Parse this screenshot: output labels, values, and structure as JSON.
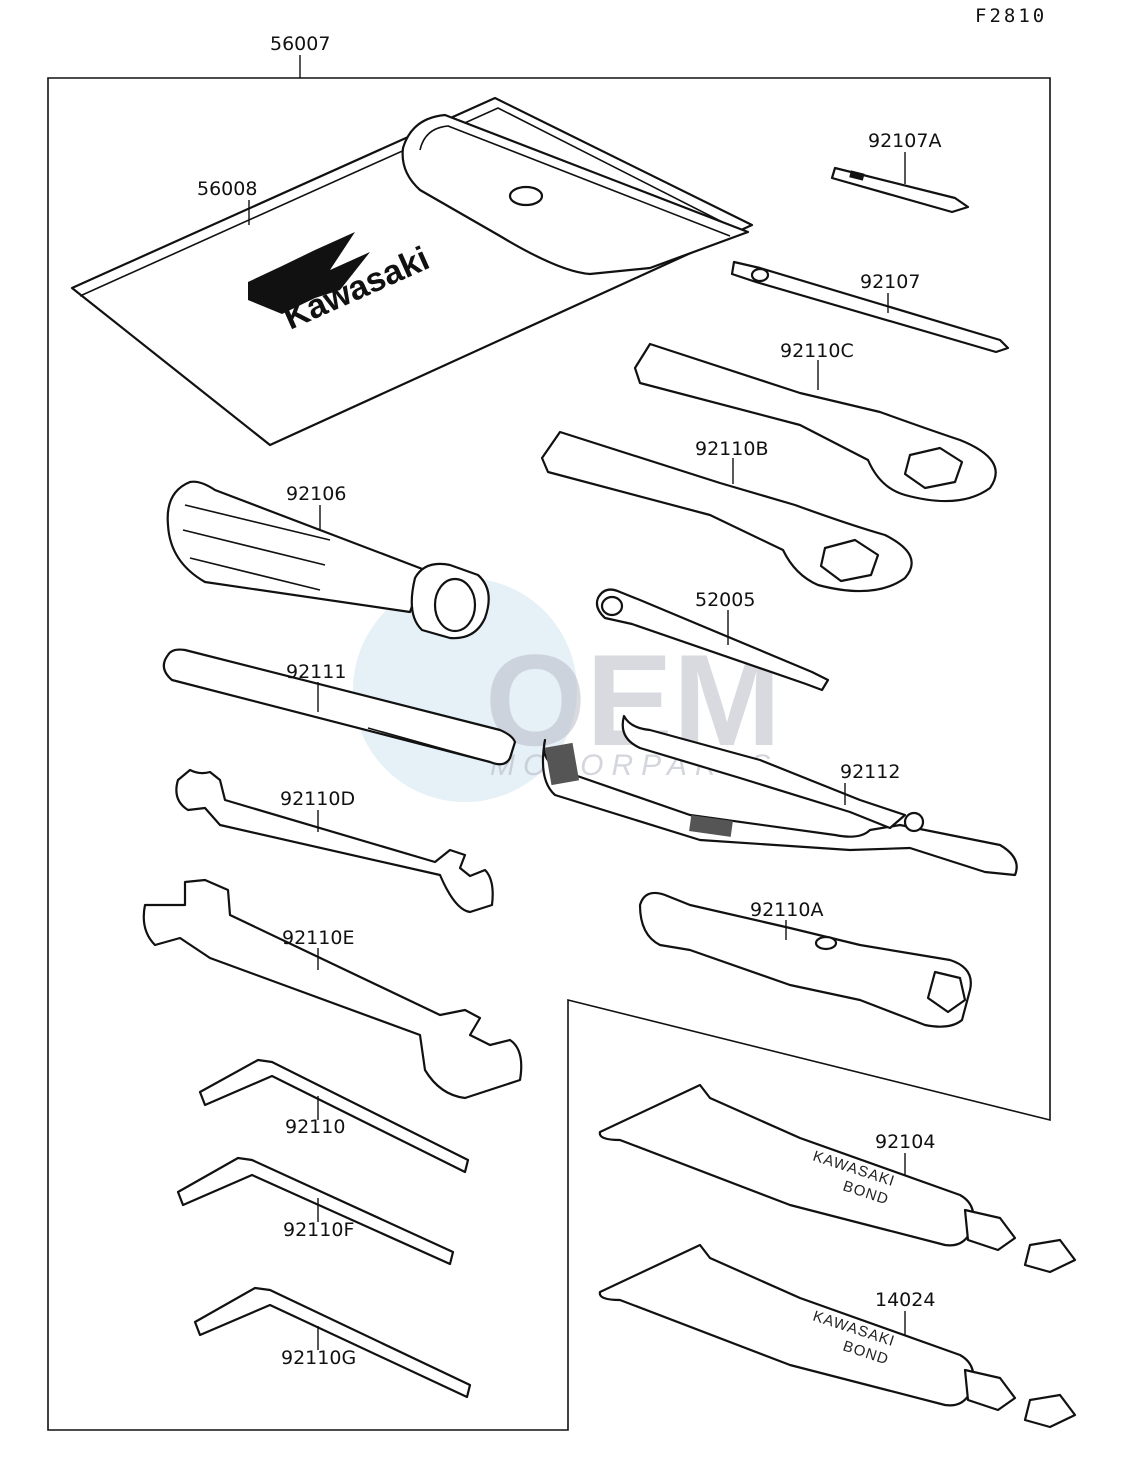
{
  "figure_code": "F2810",
  "brand_logo_text": "Kawasaki",
  "tube_label_line1": "KAWASAKI",
  "tube_label_line2": "BOND",
  "watermark": {
    "main": "OEM",
    "sub": "MOTORPARTS"
  },
  "parts": {
    "p56007": "56007",
    "p56008": "56008",
    "p92107A": "92107A",
    "p92107": "92107",
    "p92110C": "92110C",
    "p92110B": "92110B",
    "p92106": "92106",
    "p52005": "52005",
    "p92111": "92111",
    "p92112": "92112",
    "p92110D": "92110D",
    "p92110A": "92110A",
    "p92110E": "92110E",
    "p92110": "92110",
    "p92104": "92104",
    "p92110F": "92110F",
    "p14024": "14024",
    "p92110G": "92110G"
  }
}
